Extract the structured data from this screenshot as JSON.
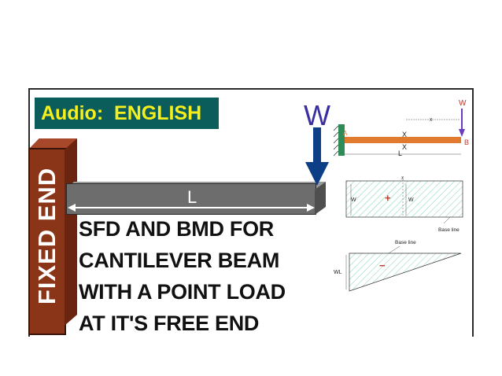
{
  "thumbnail": {
    "audio_label": "Audio:  ENGLISH",
    "fixed_end_label": "FIXED END",
    "load_label": "W",
    "beam_length_label": "L",
    "title_lines": [
      "SFD AND BMD FOR",
      "CANTILEVER BEAM",
      "WITH A POINT LOAD",
      "AT IT'S FREE END"
    ]
  },
  "diagram": {
    "load_label": "W",
    "end_a": "A",
    "end_b": "B",
    "x_label": "x",
    "section_x_label": "X",
    "length_label": "L",
    "sfd": {
      "x_mark": "x",
      "left_value": "W",
      "right_value": "W",
      "sign": "+",
      "base_label": "Base line"
    },
    "bmd": {
      "base_label": "Base line",
      "value_label": "WL",
      "sign": "−"
    }
  },
  "colors": {
    "audio_bg": "#0b5d5b",
    "audio_text": "#f6ef1c",
    "wall": "#8a3418",
    "beam": "#6d6d6d",
    "load_arrow": "#0d3f86",
    "diagram_beam": "#e07a2e",
    "diagram_load": "#6a3bbf",
    "hatch": "#7fd4b0",
    "support": "#2e8b57"
  }
}
